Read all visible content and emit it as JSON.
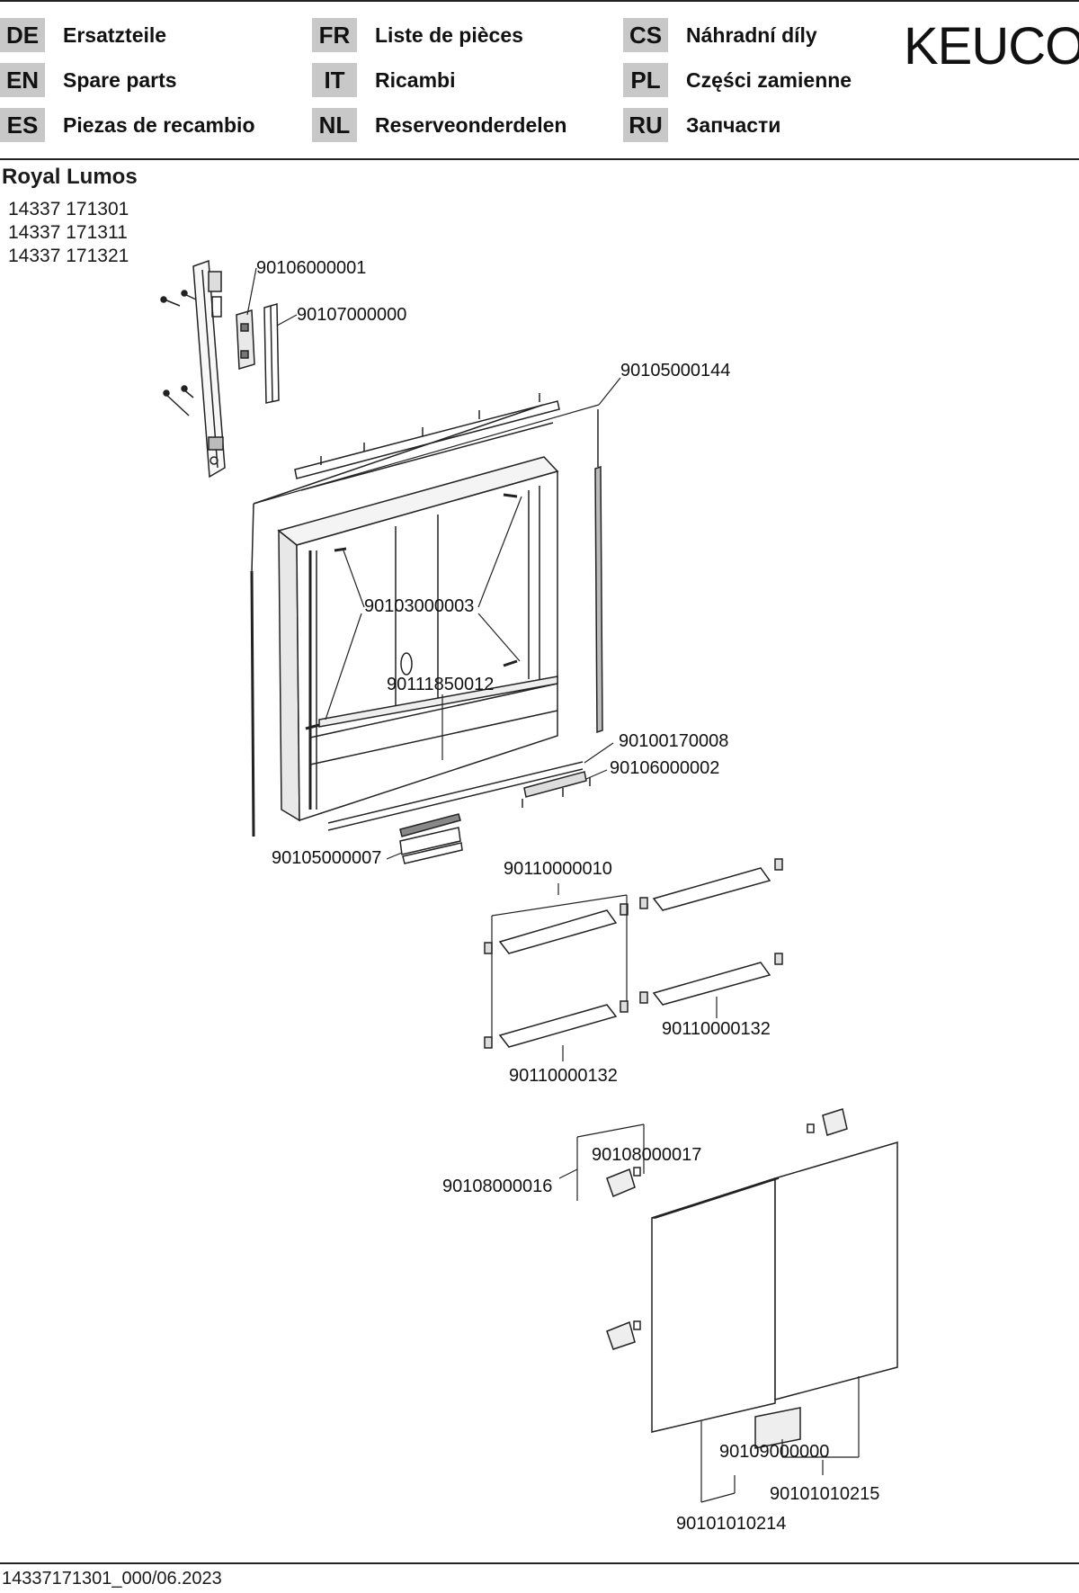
{
  "header": {
    "languages": [
      {
        "code": "DE",
        "label": "Ersatzteile"
      },
      {
        "code": "EN",
        "label": "Spare parts"
      },
      {
        "code": "ES",
        "label": "Piezas de recambio"
      },
      {
        "code": "FR",
        "label": "Liste de pièces"
      },
      {
        "code": "IT",
        "label": "Ricambi"
      },
      {
        "code": "NL",
        "label": "Reserveonderdelen"
      },
      {
        "code": "CS",
        "label": "Náhradní díly"
      },
      {
        "code": "PL",
        "label": "Części zamienne"
      },
      {
        "code": "RU",
        "label": "Запчасти"
      }
    ],
    "brand": "KEUCO"
  },
  "product": {
    "name": "Royal Lumos",
    "article_numbers": [
      "14337 171301",
      "14337 171311",
      "14337 171321"
    ]
  },
  "parts": {
    "p1": "90106000001",
    "p2": "90107000000",
    "p3": "90105000144",
    "p4": "90103000003",
    "p5": "90111850012",
    "p6": "90100170008",
    "p7": "90106000002",
    "p8": "90105000007",
    "p9": "90110000010",
    "p10": "90110000132",
    "p11": "90110000132",
    "p12": "90108000017",
    "p13": "90108000016",
    "p14": "90109000000",
    "p15": "90101010215",
    "p16": "90101010214"
  },
  "footer": {
    "doc_code": "14337171301_000/06.2023"
  }
}
